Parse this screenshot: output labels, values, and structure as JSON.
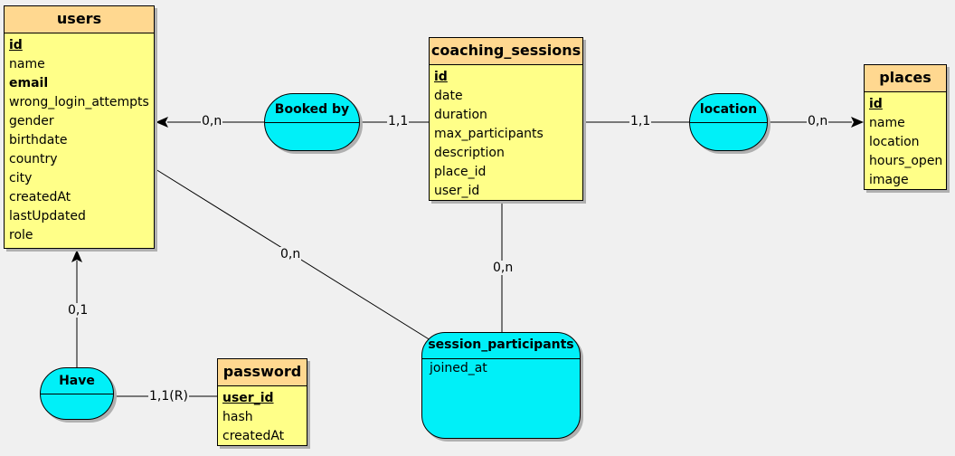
{
  "entities": {
    "users": {
      "title": "users",
      "attributes": [
        {
          "name": "id",
          "style": "pk"
        },
        {
          "name": "name",
          "style": ""
        },
        {
          "name": "email",
          "style": "bold"
        },
        {
          "name": "wrong_login_attempts",
          "style": ""
        },
        {
          "name": "gender",
          "style": ""
        },
        {
          "name": "birthdate",
          "style": ""
        },
        {
          "name": "country",
          "style": ""
        },
        {
          "name": "city",
          "style": ""
        },
        {
          "name": "createdAt",
          "style": ""
        },
        {
          "name": "lastUpdated",
          "style": ""
        },
        {
          "name": "role",
          "style": ""
        }
      ]
    },
    "coaching_sessions": {
      "title": "coaching_sessions",
      "attributes": [
        {
          "name": "id",
          "style": "pk"
        },
        {
          "name": "date",
          "style": ""
        },
        {
          "name": "duration",
          "style": ""
        },
        {
          "name": "max_participants",
          "style": ""
        },
        {
          "name": "description",
          "style": ""
        },
        {
          "name": "place_id",
          "style": ""
        },
        {
          "name": "user_id",
          "style": ""
        }
      ]
    },
    "places": {
      "title": "places",
      "attributes": [
        {
          "name": "id",
          "style": "pk"
        },
        {
          "name": "name",
          "style": ""
        },
        {
          "name": "location",
          "style": ""
        },
        {
          "name": "hours_open",
          "style": ""
        },
        {
          "name": "image",
          "style": ""
        }
      ]
    },
    "password": {
      "title": "password",
      "attributes": [
        {
          "name": "user_id",
          "style": "pk"
        },
        {
          "name": "hash",
          "style": ""
        },
        {
          "name": "createdAt",
          "style": ""
        }
      ]
    }
  },
  "relationships": {
    "booked_by": {
      "label": "Booked by"
    },
    "location": {
      "label": "location"
    },
    "have": {
      "label": "Have"
    },
    "session_participants": {
      "label": "session_participants",
      "attributes": [
        "joined_at"
      ]
    }
  },
  "cardinalities": {
    "booked_by_users": "0,n",
    "booked_by_sessions": "1,1",
    "location_sessions": "1,1",
    "location_places": "0,n",
    "participants_users": "0,n",
    "participants_sessions": "0,n",
    "have_users": "0,1",
    "have_password": "1,1(R)"
  },
  "colors": {
    "entity_body": "#ffff88",
    "entity_header": "#ffd890",
    "relationship": "#00f0f8",
    "background": "#f0f0f0"
  }
}
